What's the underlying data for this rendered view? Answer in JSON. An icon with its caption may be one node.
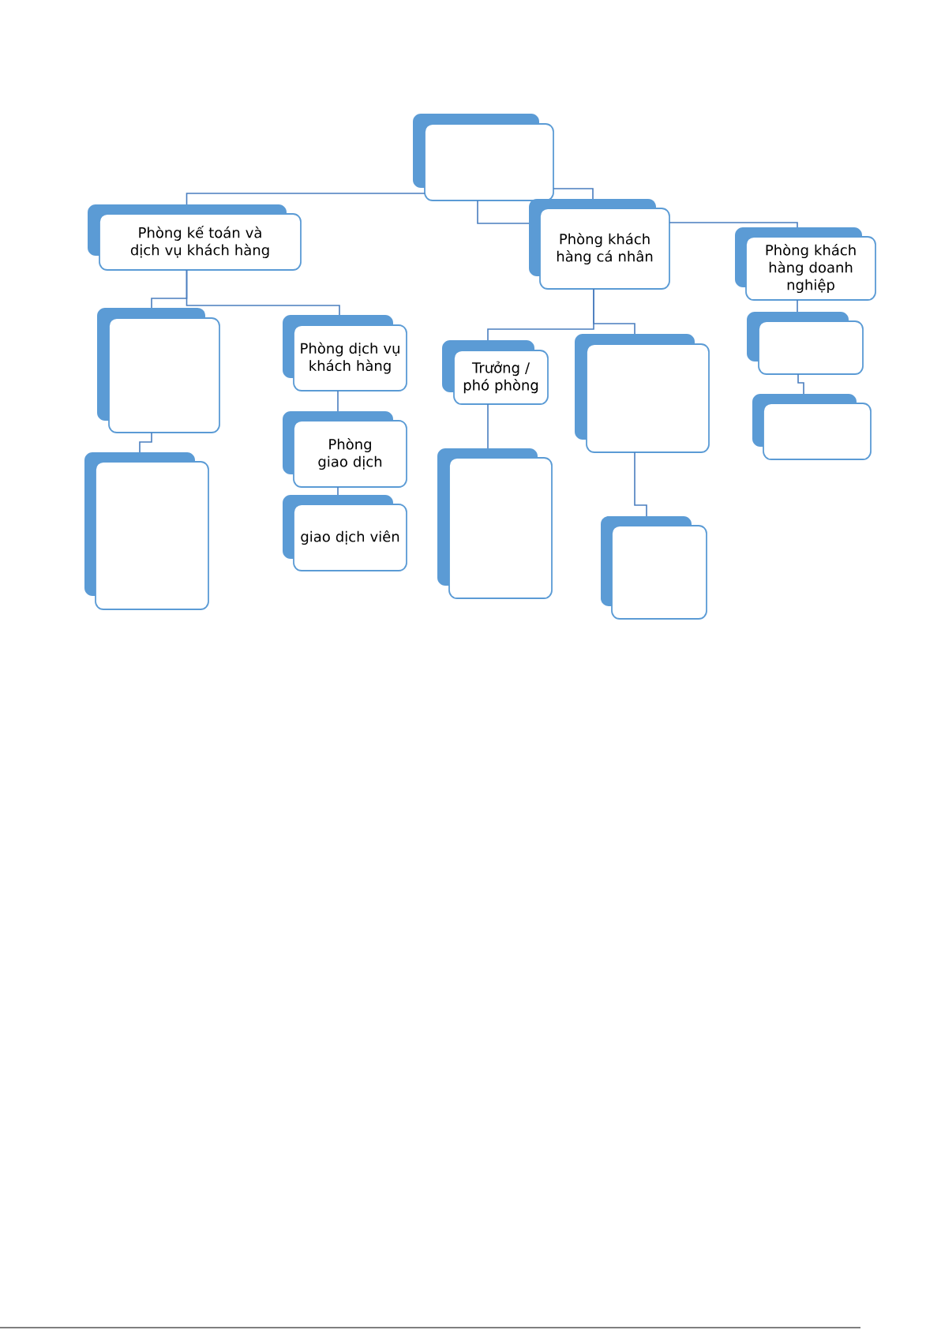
{
  "diagram": {
    "nodes": [
      {
        "text": [],
        "shape": "box"
      },
      {
        "text": [
          "Phòng kế toán và dịch vụ khách hàng"
        ]
      },
      {
        "text": [
          "Phòng khách hàng cá nhân"
        ]
      },
      {
        "text": [
          "Phòng khách hàng doanh nghiệp"
        ]
      },
      {
        "text": [],
        "shape": "box"
      },
      {
        "text": [
          "Phòng dịch vụ khách hàng"
        ]
      },
      {
        "text": [
          "Trưởng / phó phòng"
        ]
      },
      {
        "text": [],
        "shape": "box"
      },
      {
        "text": [],
        "shape": "box"
      },
      {
        "text": [],
        "shape": "box"
      },
      {
        "text": [
          "Phòng giao dịch"
        ]
      },
      {
        "text": [],
        "shape": "box"
      },
      {
        "text": [],
        "shape": "box"
      },
      {
        "text": [],
        "shape": "box"
      },
      {
        "text": [
          "giao dịch viên"
        ]
      }
    ],
    "edges": [
      {
        "from": 0,
        "to": 1,
        "arrow": "none"
      },
      {
        "from": 0,
        "to": 2,
        "arrow": "none"
      },
      {
        "from": 0,
        "to": 2,
        "arrow": "none"
      },
      {
        "from": 2,
        "to": 3,
        "arrow": "none"
      },
      {
        "from": 1,
        "to": 4,
        "arrow": "none"
      },
      {
        "from": 1,
        "to": 5,
        "arrow": "none"
      },
      {
        "from": 2,
        "to": 6,
        "arrow": "none"
      },
      {
        "from": 2,
        "to": 7,
        "arrow": "none"
      },
      {
        "from": 3,
        "to": 8,
        "arrow": "none"
      },
      {
        "from": 4,
        "to": 9,
        "arrow": "none"
      },
      {
        "from": 5,
        "to": 10,
        "arrow": "none"
      },
      {
        "from": 6,
        "to": 11,
        "arrow": "none"
      },
      {
        "from": 7,
        "to": 12,
        "arrow": "none"
      },
      {
        "from": 8,
        "to": 13,
        "arrow": "none"
      },
      {
        "from": 10,
        "to": 14,
        "arrow": "none"
      }
    ]
  }
}
